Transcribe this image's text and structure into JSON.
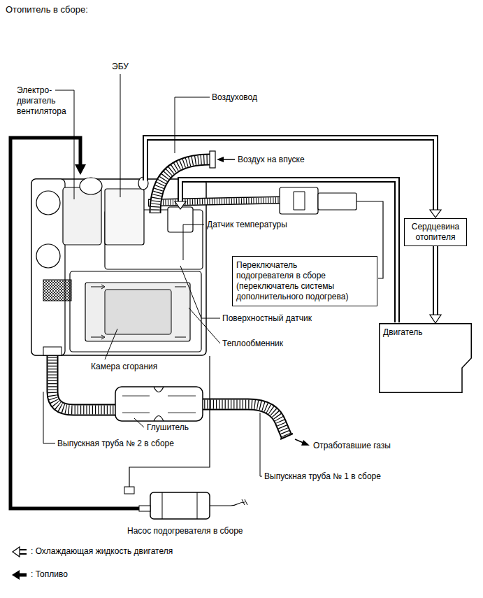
{
  "diagram": {
    "title": "Отопитель в сборе:",
    "nodes": [
      {
        "text": [
          "Сердцевина отопителя"
        ]
      },
      {
        "text": [
          "Переключатель подогревателя в сборе (переключатель системы дополнительного подогрева)"
        ]
      },
      {
        "text": [
          "Двигатель"
        ]
      }
    ],
    "edges": [
      {
        "from": 0,
        "to": 2,
        "arrow": "to"
      }
    ],
    "labels": [
      "ЭБУ",
      "Электро- двигатель вентилятора",
      "Воздуховод",
      "Воздух на впуске",
      "Датчик температуры",
      "Поверхностный датчик",
      "Теплообменник",
      "Камера сгорания",
      "Глушитель",
      "Выпускная труба № 2 в сборе",
      "Отработавшие газы",
      "Выпускная труба № 1 в сборе",
      "Насос подогревателя в сборе"
    ],
    "legend": [
      {
        "text": ": Охлаждающая жидкость двигателя"
      },
      {
        "text": ": Топливо"
      }
    ]
  }
}
